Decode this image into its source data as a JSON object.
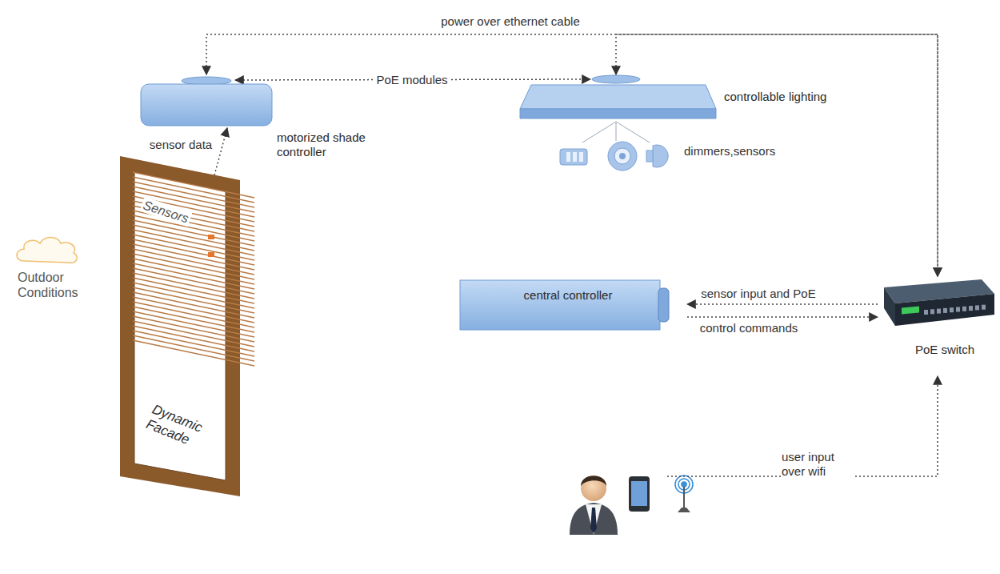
{
  "diagram": {
    "nodes": [
      {
        "text": [
          "motorized shade controller"
        ]
      },
      {
        "text": [
          "controllable lighting"
        ]
      },
      {
        "text": [
          "Sensors",
          "Dynamic Facade"
        ]
      },
      {
        "text": [
          "central controller"
        ]
      },
      {
        "text": [
          "PoE switch"
        ]
      }
    ],
    "edges": [
      {
        "from": 2,
        "to": 0,
        "label": "sensor data",
        "arrow": "to"
      },
      {
        "from": 0,
        "to": 1,
        "label": "PoE modules",
        "arrow": "both"
      },
      {
        "from": 0,
        "to": 4,
        "label": "power over ethernet cable",
        "arrow": "both"
      },
      {
        "from": 1,
        "to": 4,
        "arrow": "both"
      },
      {
        "from": 4,
        "to": 3,
        "label": "sensor input and PoE",
        "arrow": "to"
      },
      {
        "from": 3,
        "to": 4,
        "label": "control commands",
        "arrow": "to"
      }
    ],
    "labels": [
      "Outdoor Conditions",
      "dimmers,sensors",
      "user input over wifi"
    ]
  }
}
